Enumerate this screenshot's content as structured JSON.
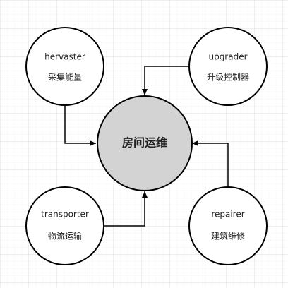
{
  "diagram": {
    "center": {
      "label": "房间运维"
    },
    "nodes": {
      "harvester": {
        "title": "hervaster",
        "subtitle": "采集能量"
      },
      "upgrader": {
        "title": "upgrader",
        "subtitle": "升级控制器"
      },
      "transporter": {
        "title": "transporter",
        "subtitle": "物流运输"
      },
      "repairer": {
        "title": "repairer",
        "subtitle": "建筑维修"
      }
    }
  },
  "colors": {
    "background": "#ffffff",
    "grid": "#e6e6e6",
    "node_fill": "#ffffff",
    "center_fill": "#d3d3d3",
    "stroke": "#000000",
    "connector": "#333333"
  }
}
